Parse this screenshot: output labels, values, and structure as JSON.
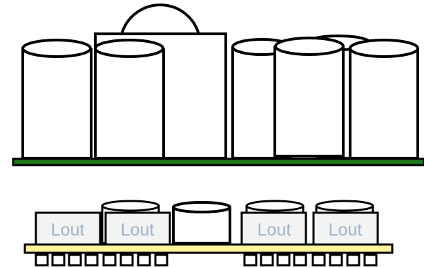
{
  "diagram": {
    "lower_board": {
      "inductor_labels": [
        "Lout",
        "Lout",
        "Lout",
        "Lout"
      ]
    }
  },
  "colors": {
    "outline": "#000000",
    "component_fill": "#ffffff",
    "upper_pcb": "#1f7a1f",
    "lower_pcb": "#fff59a",
    "inductor_fill": "#f3f3f3",
    "label_text": "#9fb4c8"
  }
}
